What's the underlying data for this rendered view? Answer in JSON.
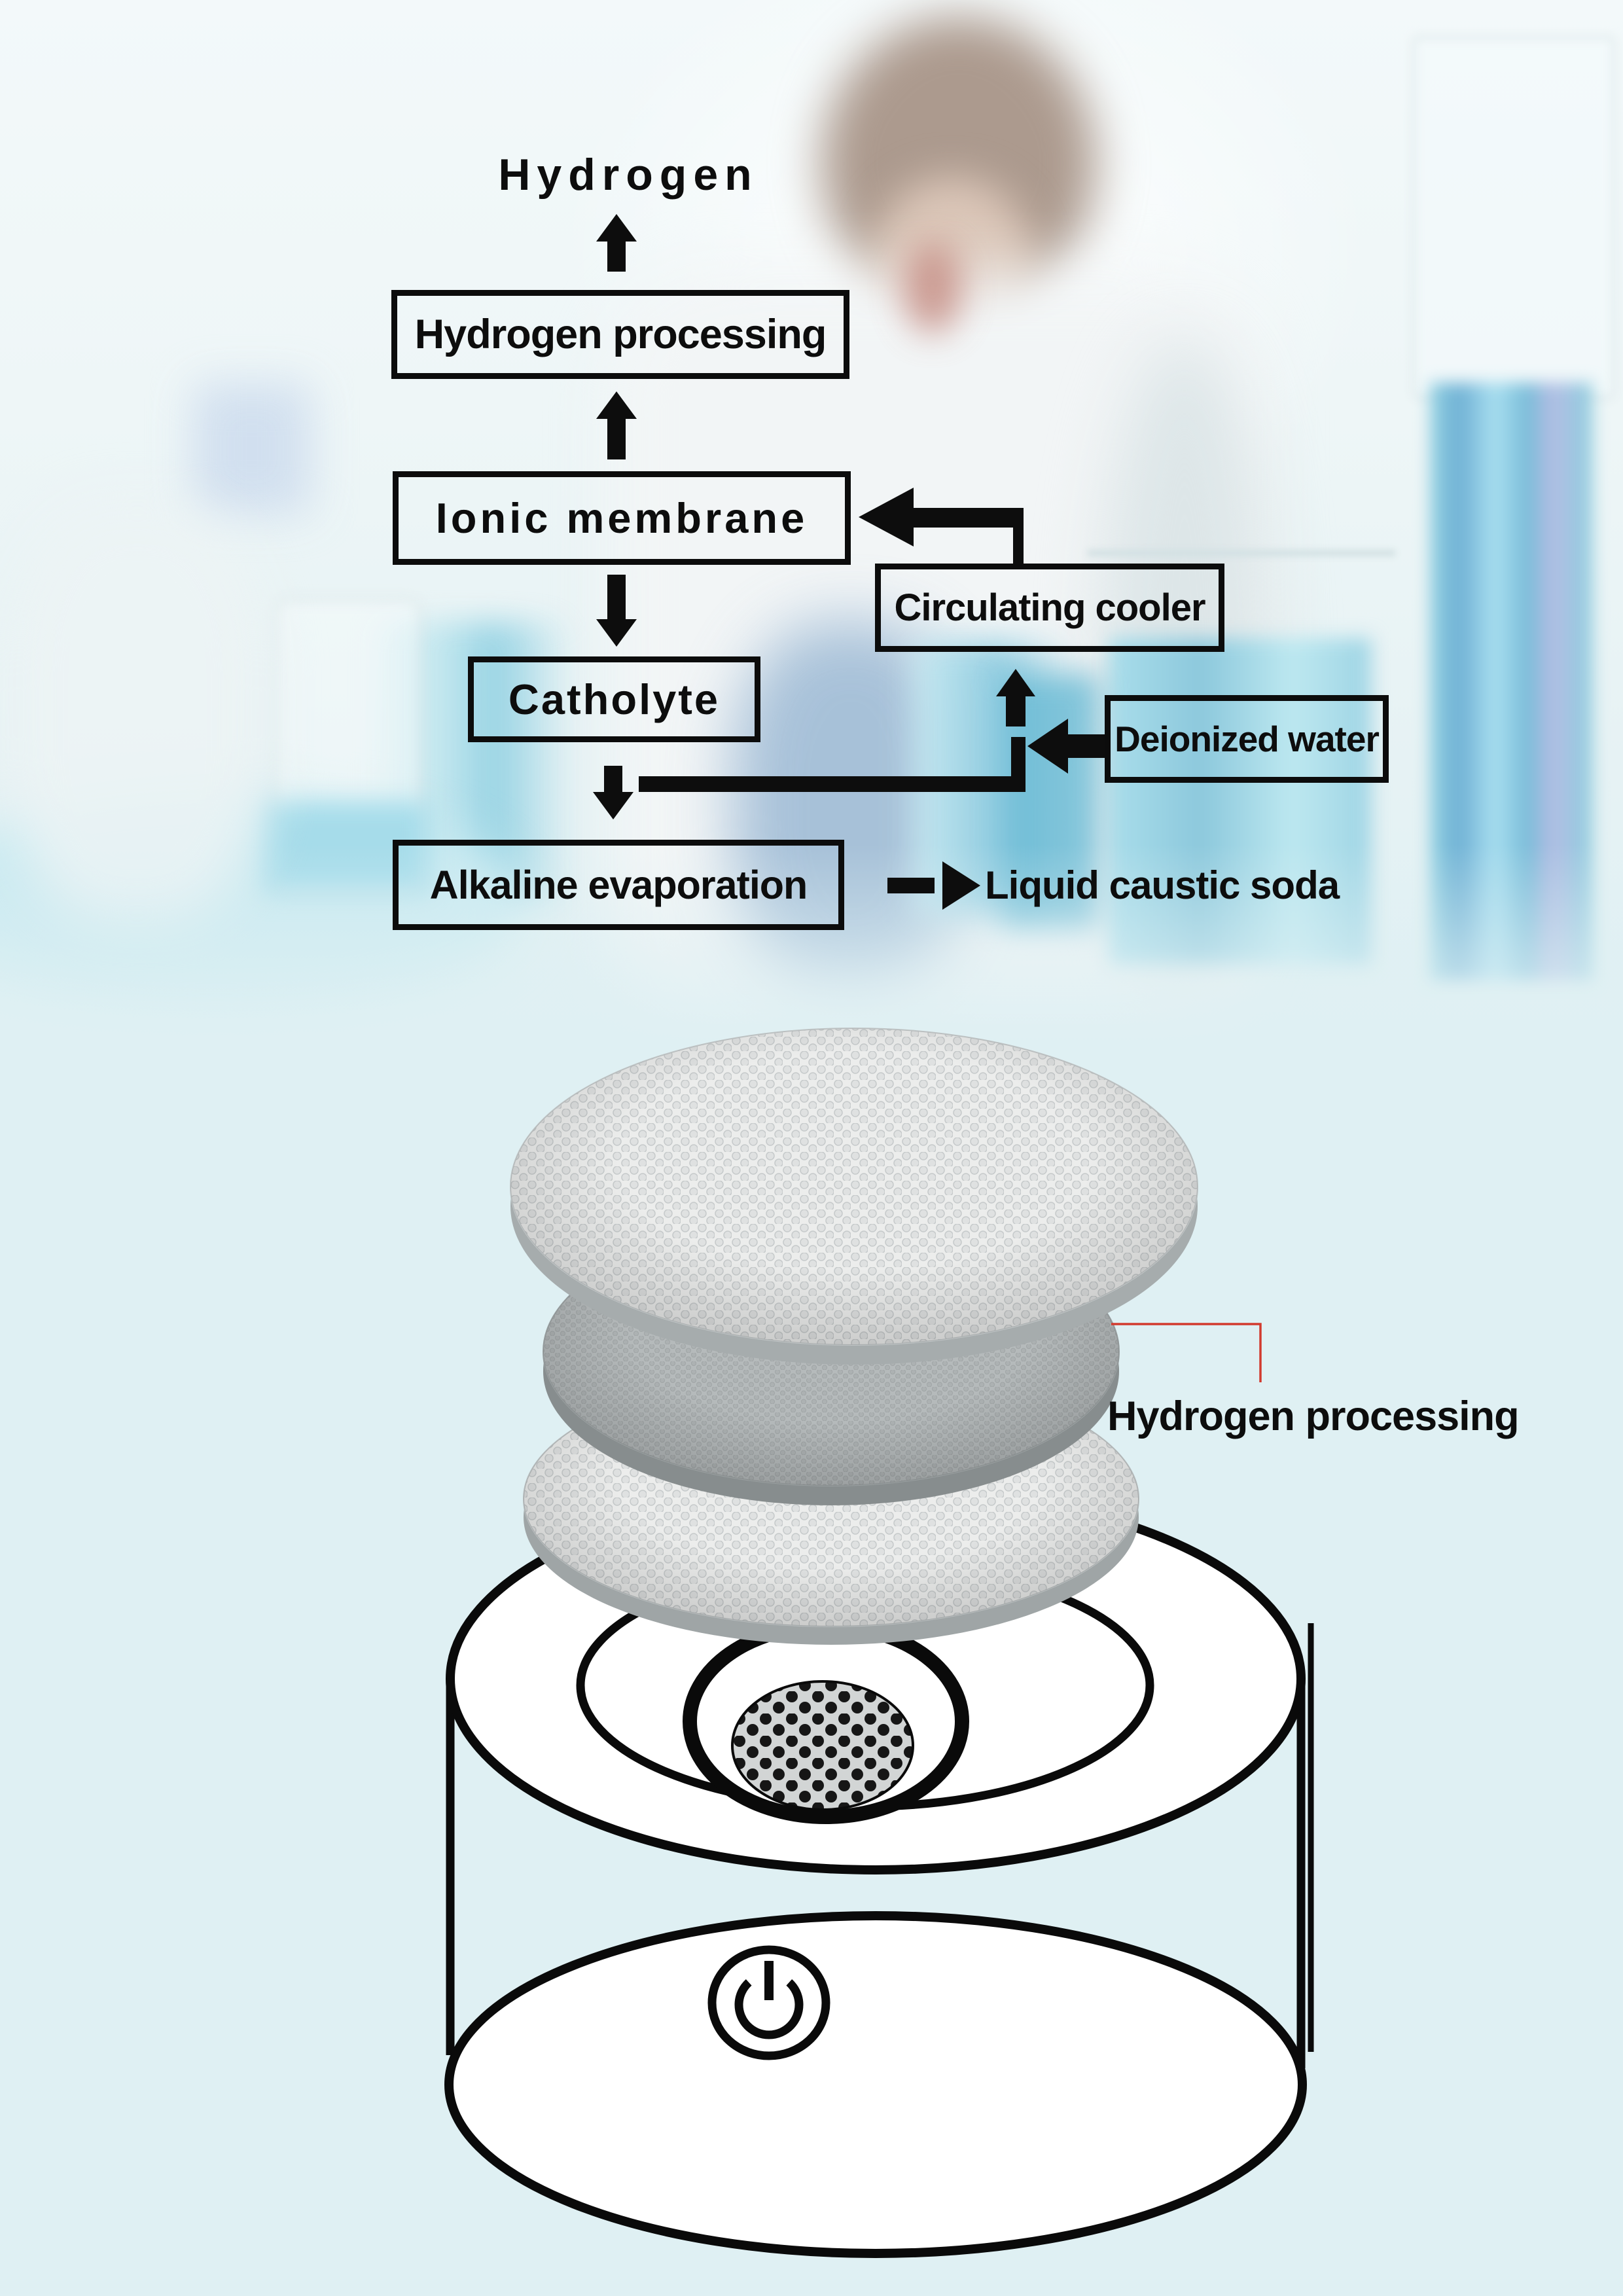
{
  "flowchart": {
    "hydrogen": "Hydrogen",
    "hydrogen_processing": "Hydrogen processing",
    "ionic_membrane": "Ionic membrane",
    "catholyte": "Catholyte",
    "circulating_cooler": "Circulating cooler",
    "deionized_water": "Deionized water",
    "alkaline_evaporation": "Alkaline evaporation",
    "liquid_caustic_soda": "Liquid caustic soda"
  },
  "device": {
    "callout": "Hydrogen processing"
  },
  "colors": {
    "page_bg": "#dff0f3",
    "ink": "#0d0d0d",
    "callout_red": "#d23a2e",
    "liquid_cyan": "#7fc8dc",
    "liquid_blue": "#6fb0d4",
    "disc_gray": "#b5babb"
  }
}
